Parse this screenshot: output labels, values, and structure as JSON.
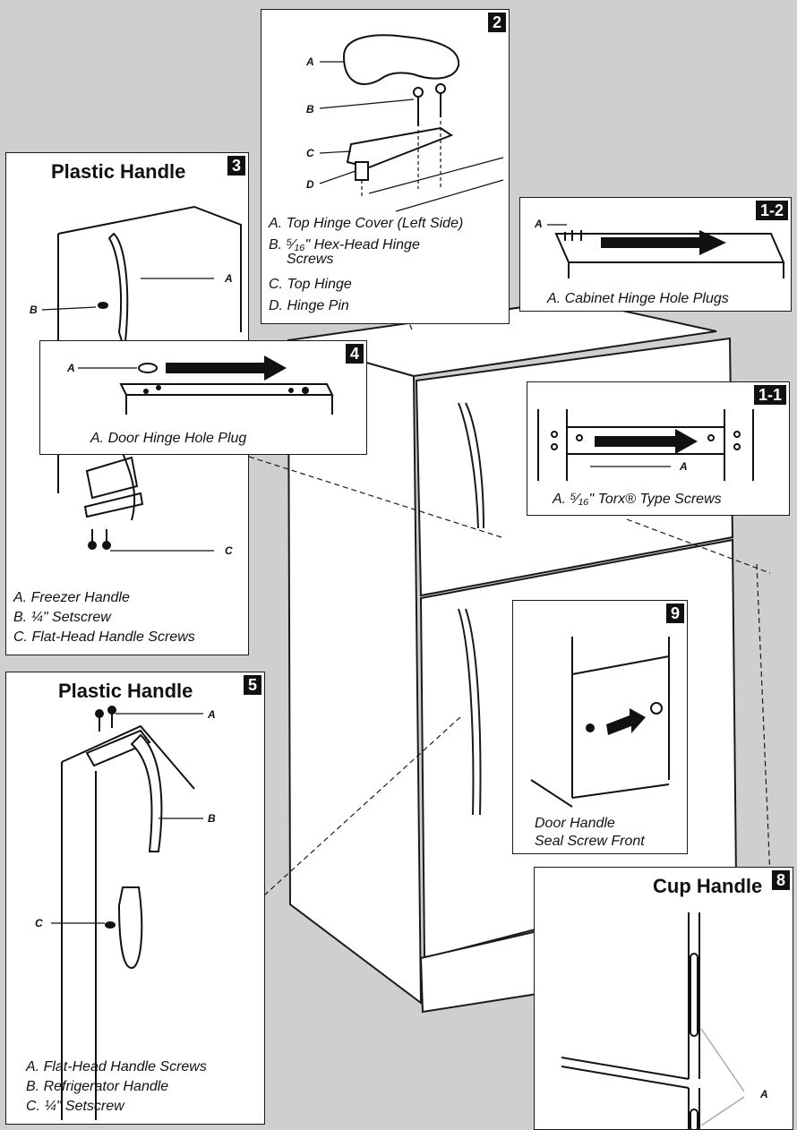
{
  "panels": {
    "p2": {
      "badge": "2",
      "labels": [
        "A",
        "B",
        "C",
        "D"
      ],
      "captions": [
        "A. Top Hinge Cover (Left Side)",
        "B. ⁵⁄₁₆\" Hex-Head Hinge",
        "Screws",
        "C. Top Hinge",
        "D. Hinge Pin"
      ]
    },
    "p3": {
      "badge": "3",
      "title": "Plastic Handle",
      "labels": [
        "A",
        "B",
        "C"
      ],
      "captions": [
        "A. Freezer Handle",
        "B. ¼\" Setscrew",
        "C. Flat-Head Handle Screws"
      ]
    },
    "p4": {
      "badge": "4",
      "labels": [
        "A"
      ],
      "captions": [
        "A. Door Hinge Hole Plug"
      ]
    },
    "p12": {
      "badge": "1-2",
      "labels": [
        "A"
      ],
      "captions": [
        "A. Cabinet Hinge Hole Plugs"
      ]
    },
    "p11": {
      "badge": "1-1",
      "labels": [
        "A"
      ],
      "captions": [
        "A. ⁵⁄₁₆\" Torx® Type Screws"
      ]
    },
    "p5": {
      "badge": "5",
      "title": "Plastic Handle",
      "labels": [
        "A",
        "B",
        "C"
      ],
      "captions": [
        "A. Flat-Head Handle Screws",
        "B. Refrigerator Handle",
        "C. ¼\" Setscrew"
      ]
    },
    "p9": {
      "badge": "9",
      "captions": [
        "Door Handle",
        "Seal Screw Front"
      ]
    },
    "p8": {
      "badge": "8",
      "title": "Cup Handle",
      "labels": [
        "A"
      ]
    }
  }
}
